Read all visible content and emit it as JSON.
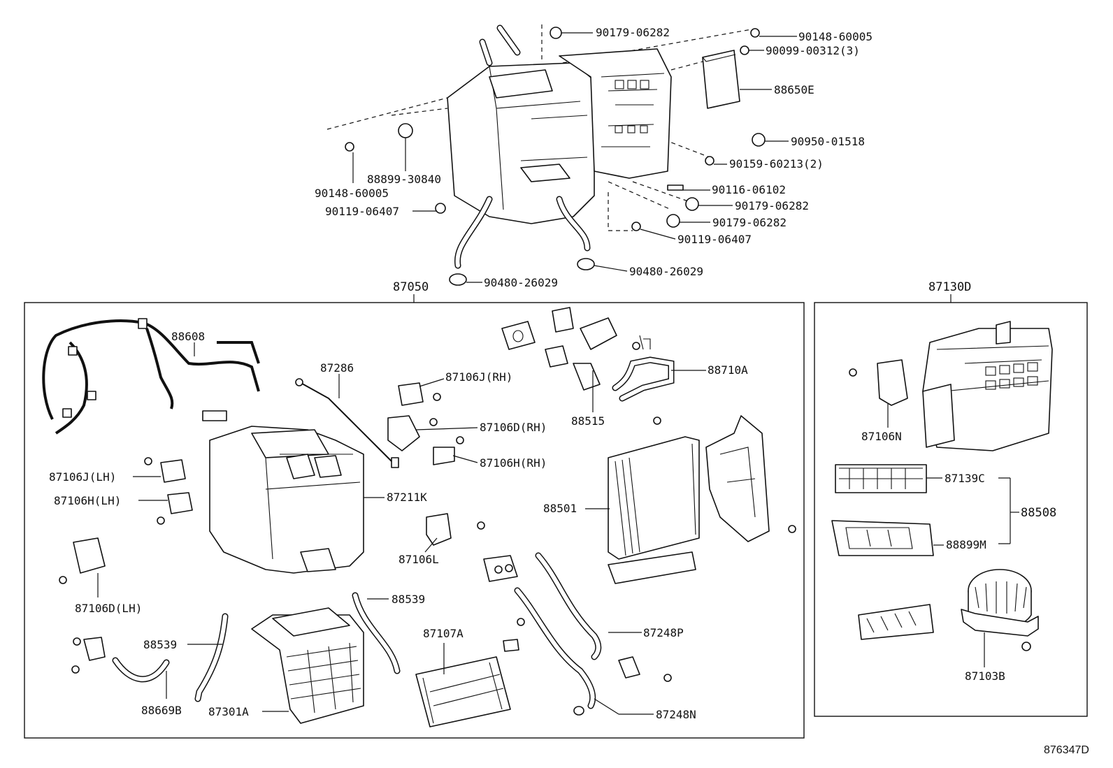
{
  "diagram": {
    "group_labels": {
      "unit_assembly": "87050",
      "blower_assembly": "87130D",
      "filter_set": "88508"
    },
    "upper_parts": {
      "nut_a_top": "90179-06282",
      "screw_a_top": "90148-60005",
      "screw_b": "90099-00312(3)",
      "amplifier": "88650E",
      "grommet_a": "90950-01518",
      "screw_c": "90159-60213(2)",
      "screw_a_left": "90148-60005",
      "plug": "88899-30840",
      "bolt_a_left": "90119-06407",
      "stud": "90116-06102",
      "nut_a_mid": "90179-06282",
      "nut_a_low": "90179-06282",
      "bolt_a_right": "90119-06407",
      "grommet_b_right": "90480-26029",
      "grommet_b_center": "90480-26029"
    },
    "unit_parts": {
      "wire_harness": "88608",
      "thermistor_wire": "87286",
      "servo_j_rh": "87106J(RH)",
      "servo_d_rh": "87106D(RH)",
      "servo_h_rh": "87106H(RH)",
      "servo_j_lh": "87106J(LH)",
      "servo_h_lh": "87106H(LH)",
      "case": "87211K",
      "servo_l": "87106L",
      "servo_d_lh": "87106D(LH)",
      "thermistor": "88515",
      "tube": "88710A",
      "evaporator": "88501",
      "hose_upper": "88539",
      "hose_left": "88539",
      "hose_b": "88669B",
      "heater_core_unit": "87301A",
      "heater_core": "87107A",
      "pipe_p": "87248P",
      "pipe_n": "87248N"
    },
    "blower_parts": {
      "servo_n": "87106N",
      "filter_c": "87139C",
      "case_m": "88899M",
      "blower_motor": "87103B"
    },
    "figure_ref": "876347D"
  }
}
